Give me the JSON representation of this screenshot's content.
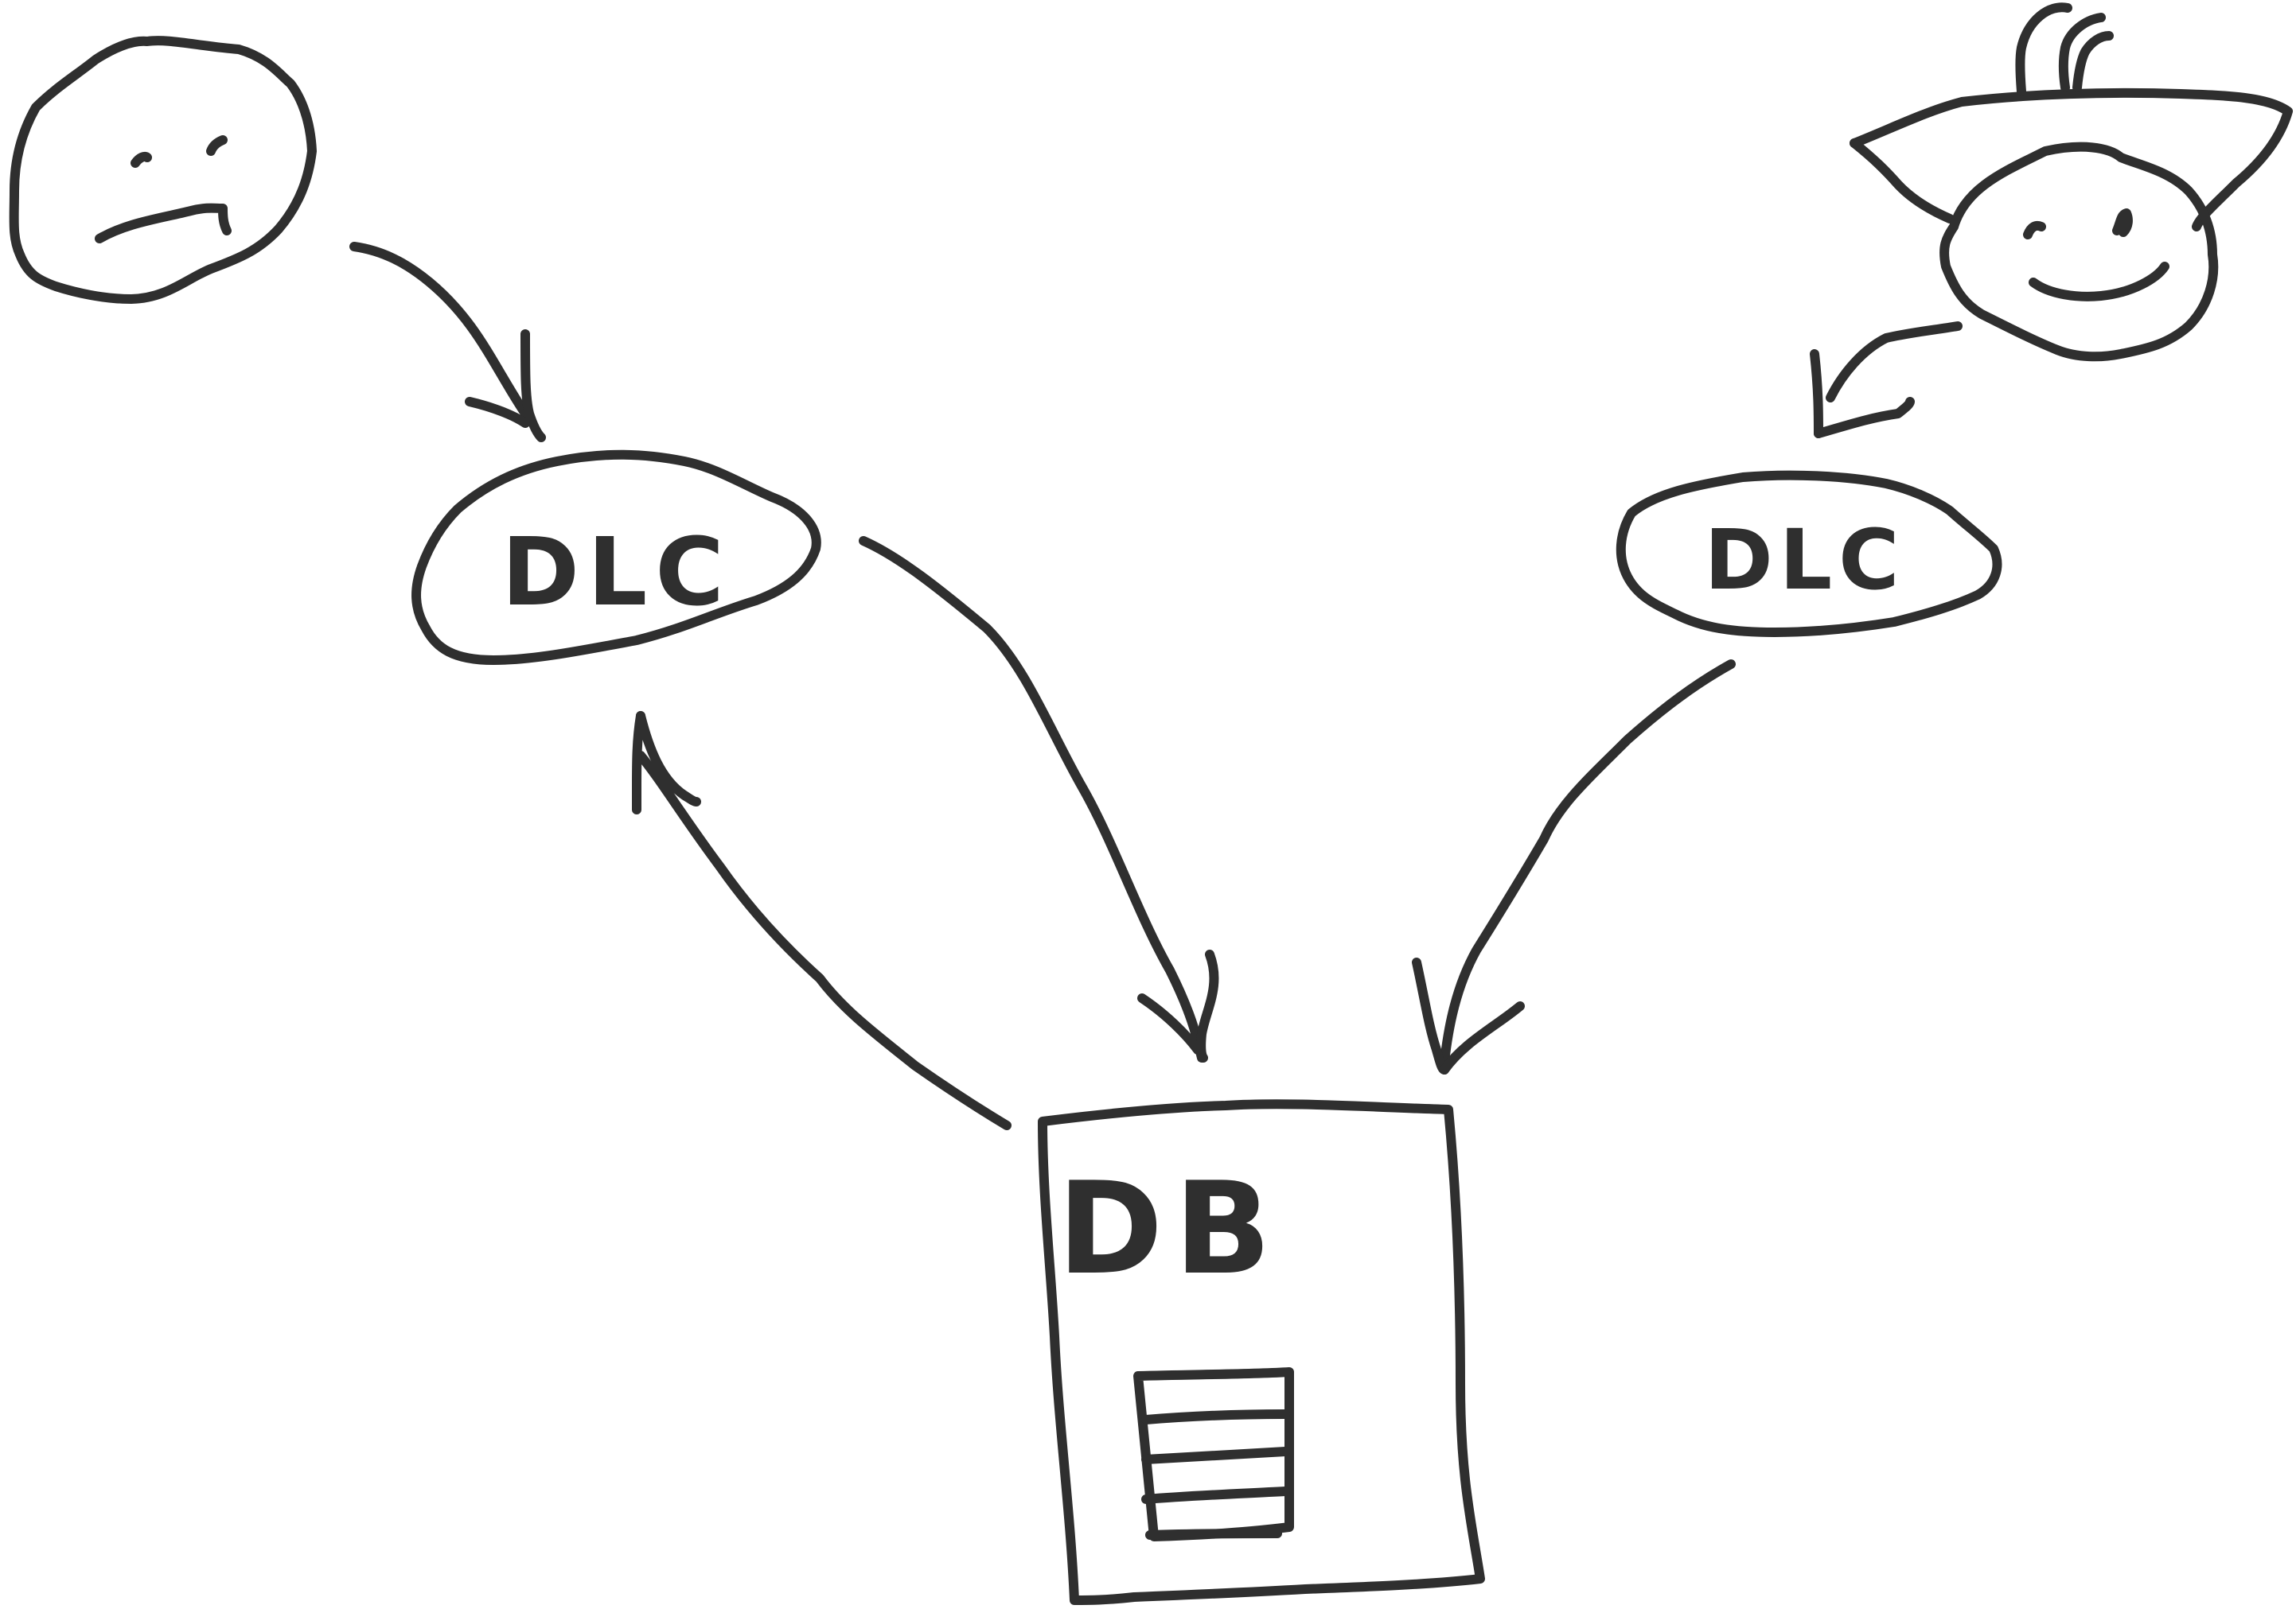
{
  "diagram": {
    "nodes": {
      "sad_user": {
        "kind": "person",
        "mood": "sad",
        "icon": "sad-face-icon"
      },
      "happy_user": {
        "kind": "person",
        "mood": "happy",
        "icon": "happy-face-with-cap-icon"
      },
      "dlc_left": {
        "label": "DLC"
      },
      "dlc_right": {
        "label": "DLC"
      },
      "db": {
        "label": "DB",
        "icon": "database-table-icon"
      }
    },
    "edges": [
      {
        "from": "sad_user",
        "to": "dlc_left"
      },
      {
        "from": "dlc_left",
        "to": "db"
      },
      {
        "from": "db",
        "to": "dlc_left"
      },
      {
        "from": "happy_user",
        "to": "dlc_right"
      },
      {
        "from": "dlc_right",
        "to": "db"
      }
    ],
    "style": {
      "ink": "#2f2f2f",
      "background": "#ffffff"
    }
  }
}
